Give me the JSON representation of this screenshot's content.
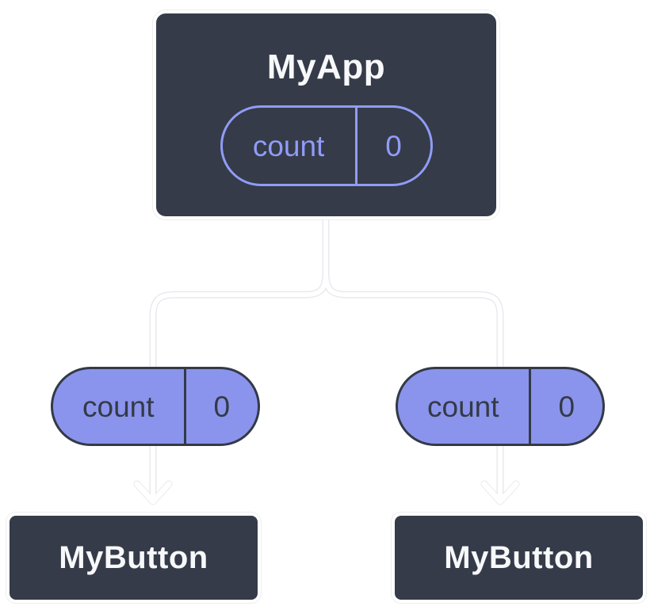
{
  "diagram": {
    "root": {
      "title": "MyApp",
      "state": {
        "name": "count",
        "value": "0"
      }
    },
    "children": [
      {
        "title": "MyButton",
        "state": {
          "name": "count",
          "value": "0"
        }
      },
      {
        "title": "MyButton",
        "state": {
          "name": "count",
          "value": "0"
        }
      }
    ],
    "colors": {
      "background": "#FFFFFF",
      "node_fill": "#353B48",
      "node_border": "#FFFFFF",
      "pill_fill": "#8B94EC",
      "pill_outline": "#909CF6",
      "pill_text_dark": "#333A47",
      "text_light": "#F7F8FA",
      "connector": "#FFFFFF"
    }
  }
}
